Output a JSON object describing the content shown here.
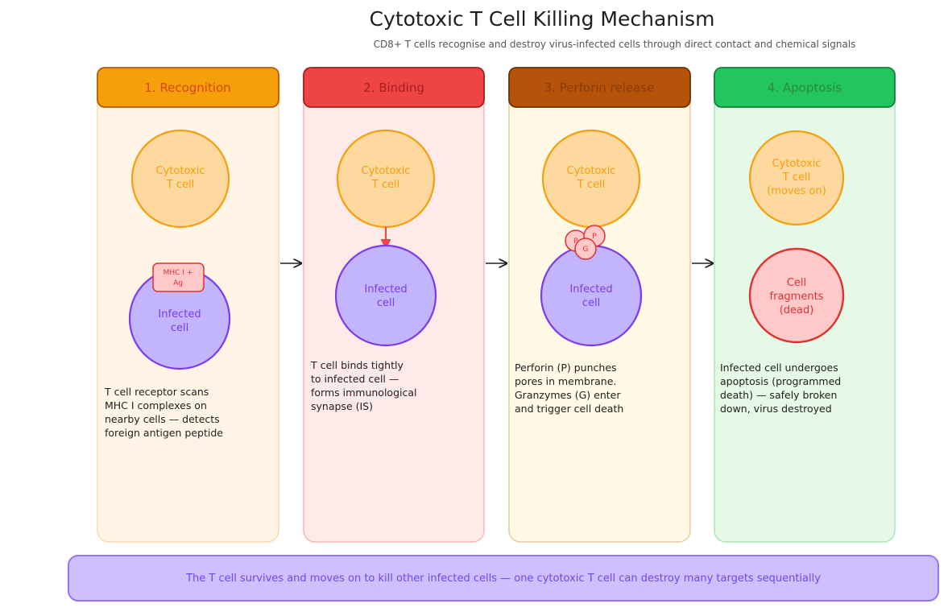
{
  "title": "Cytotoxic T Cell Killing Mechanism",
  "subtitle": "CD8+ T cells recognise and destroy virus-infected cells through direct contact and chemical signals",
  "colors": {
    "stage1_header": "#f59f0b",
    "stage1_header_text": "#e8590c",
    "stage1_bg": "#fff4e5",
    "stage2_header": "#ef4444",
    "stage2_header_text": "#c92a2a",
    "stage2_bg": "#ffeaea",
    "stage3_header": "#b45309",
    "stage3_header_text": "#8a3a09",
    "stage3_bg": "#fff9e6",
    "stage4_header": "#22c55e",
    "stage4_header_text": "#2b8a3e",
    "stage4_bg": "#e6f8e6",
    "tcell_fill": "#fdd9a0",
    "tcell_stroke": "#f59f0b",
    "tcell_text": "#f59f0b",
    "infected_fill": "#c3b5fd",
    "infected_stroke": "#7c3aed",
    "infected_text": "#7c3aed",
    "dead_fill": "#ffc9c9",
    "dead_stroke": "#e03131",
    "dead_text": "#e03131",
    "footer_fill": "#d0bfff",
    "footer_stroke": "#9775fa",
    "footer_text": "#7048e8"
  },
  "stages": [
    {
      "header": "1. Recognition",
      "tcell": [
        "Cytotoxic",
        "T cell"
      ],
      "target": [
        "Infected",
        "cell"
      ],
      "badge": [
        "MHC I +",
        "Ag"
      ],
      "description": [
        "T cell receptor scans",
        "MHC I complexes on",
        "nearby cells — detects",
        "foreign antigen peptide"
      ]
    },
    {
      "header": "2. Binding",
      "tcell": [
        "Cytotoxic",
        "T cell"
      ],
      "target": [
        "Infected",
        "cell"
      ],
      "description": [
        "T cell binds tightly",
        "to infected cell —",
        "forms immunological",
        "synapse (IS)"
      ]
    },
    {
      "header": "3. Perforin release",
      "tcell": [
        "Cytotoxic",
        "T cell"
      ],
      "target": [
        "Infected",
        "cell"
      ],
      "granules": [
        "P",
        "P",
        "G"
      ],
      "description": [
        "Perforin (P) punches",
        "pores in membrane.",
        "Granzymes (G) enter",
        "and trigger cell death"
      ]
    },
    {
      "header": "4. Apoptosis",
      "tcell": [
        "Cytotoxic",
        "T cell",
        "(moves on)"
      ],
      "target": [
        "Cell",
        "fragments",
        "(dead)"
      ],
      "description": [
        "Infected cell undergoes",
        "apoptosis (programmed",
        "death) — safely broken",
        "down, virus destroyed"
      ]
    }
  ],
  "footer": "The T cell survives and moves on to kill other infected cells — one cytotoxic T cell can destroy many targets sequentially"
}
